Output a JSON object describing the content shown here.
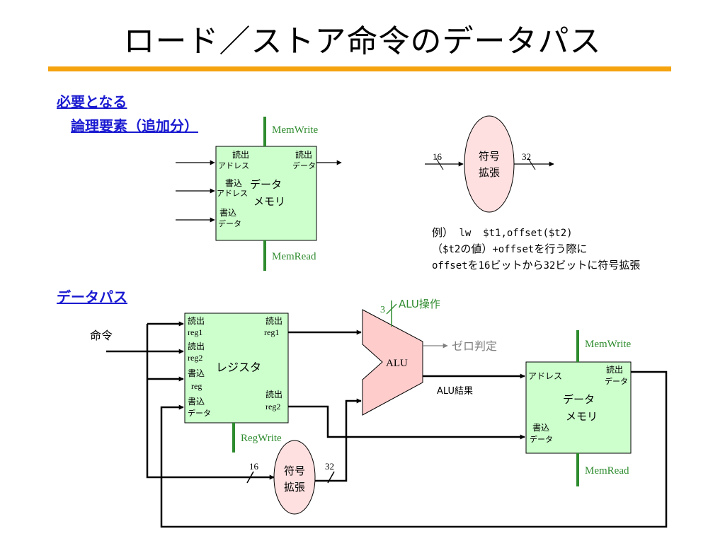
{
  "title": "ロード／ストア命令のデータパス",
  "headings": {
    "required_1": "必要となる",
    "required_2": "論理要素（追加分）",
    "datapath": "データパス"
  },
  "top_memory": {
    "name_1": "データ",
    "name_2": "メモリ",
    "read_addr_1": "読出",
    "read_addr_2": "アドレス",
    "write_addr_1": "書込",
    "write_addr_2": "アドレス",
    "write_data_1": "書込",
    "write_data_2": "データ",
    "read_data_1": "読出",
    "read_data_2": "データ",
    "mem_write": "MemWrite",
    "mem_read": "MemRead"
  },
  "top_sign_ext": {
    "label_1": "符号",
    "label_2": "拡張",
    "in_bits": "16",
    "out_bits": "32"
  },
  "example": {
    "prefix": "例）",
    "line1_code": " lw  $t1,offset($t2)",
    "line2_a": "（",
    "line2_b": "$t2",
    "line2_c": "の値）",
    "line2_d": "+offset",
    "line2_e": "を行う際に",
    "line3_a": "offset",
    "line3_b": "を",
    "line3_c": "16",
    "line3_d": "ビットから",
    "line3_e": "32",
    "line3_f": "ビットに符号拡張"
  },
  "registers": {
    "name": "レジスタ",
    "rr1_1": "読出",
    "rr1_2": "reg1",
    "rr2_1": "読出",
    "rr2_2": "reg2",
    "wr_1": "書込",
    "wr_2": "reg",
    "wd_1": "書込",
    "wd_2": "データ",
    "rd1_1": "読出",
    "rd1_2": "reg1",
    "rd2_1": "読出",
    "rd2_2": "reg2",
    "reg_write": "RegWrite"
  },
  "instruction": "命令",
  "alu": {
    "name": "ALU",
    "op_bits": "3",
    "op_label": "ALU操作",
    "zero": "ゼロ判定",
    "result": "ALU結果"
  },
  "bottom_memory": {
    "name_1": "データ",
    "name_2": "メモリ",
    "addr": "アドレス",
    "read_data_1": "読出",
    "read_data_2": "データ",
    "write_data_1": "書込",
    "write_data_2": "データ",
    "mem_write": "MemWrite",
    "mem_read": "MemRead"
  },
  "bottom_sign_ext": {
    "label_1": "符号",
    "label_2": "拡張",
    "in_bits": "16",
    "out_bits": "32"
  },
  "colors": {
    "block_fill": "#ccffcc",
    "ellipse_fill": "#ffe0e0",
    "alu_fill": "#ffcccc",
    "control_green": "#2e8b2e",
    "heading_blue": "#1a1ad1",
    "accent_orange": "#f5a30f",
    "zero_gray": "#808080"
  }
}
